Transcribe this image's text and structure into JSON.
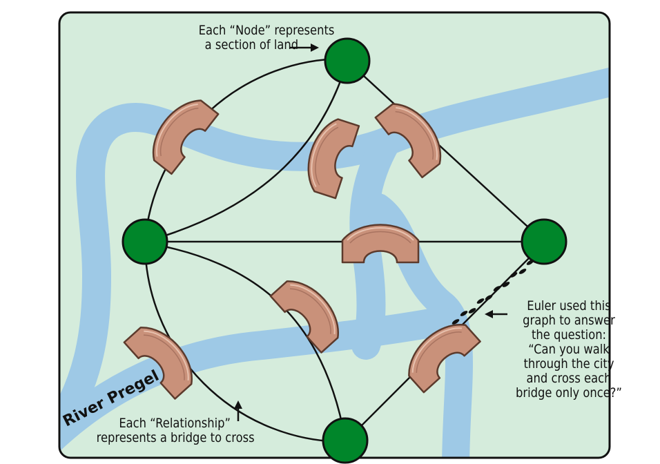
{
  "figure": {
    "colors": {
      "land": "#d5ecdc",
      "water": "#9ec9e6",
      "node": "#00862a",
      "bridge": "#c9917a",
      "bridge_dark": "#8a5a45",
      "edge": "#111111"
    },
    "river_label": "River Pregel",
    "annotations": {
      "node": [
        "Each “Node” represents",
        "a section of land"
      ],
      "relationship": [
        "Each “Relationship”",
        "represents a bridge to cross"
      ],
      "euler": [
        "Euler used this",
        "graph to answer",
        "the question:",
        "“Can you walk",
        "through the city",
        "and cross each",
        "bridge only once?”"
      ]
    },
    "nodes": [
      {
        "id": "top",
        "kind": "land"
      },
      {
        "id": "left",
        "kind": "land"
      },
      {
        "id": "right",
        "kind": "land"
      },
      {
        "id": "bottom",
        "kind": "land"
      }
    ],
    "edges": [
      {
        "from": "top",
        "to": "left"
      },
      {
        "from": "top",
        "to": "left"
      },
      {
        "from": "top",
        "to": "right"
      },
      {
        "from": "left",
        "to": "right"
      },
      {
        "from": "left",
        "to": "bottom"
      },
      {
        "from": "left",
        "to": "bottom"
      },
      {
        "from": "bottom",
        "to": "right"
      }
    ],
    "bridge_count": 7
  }
}
